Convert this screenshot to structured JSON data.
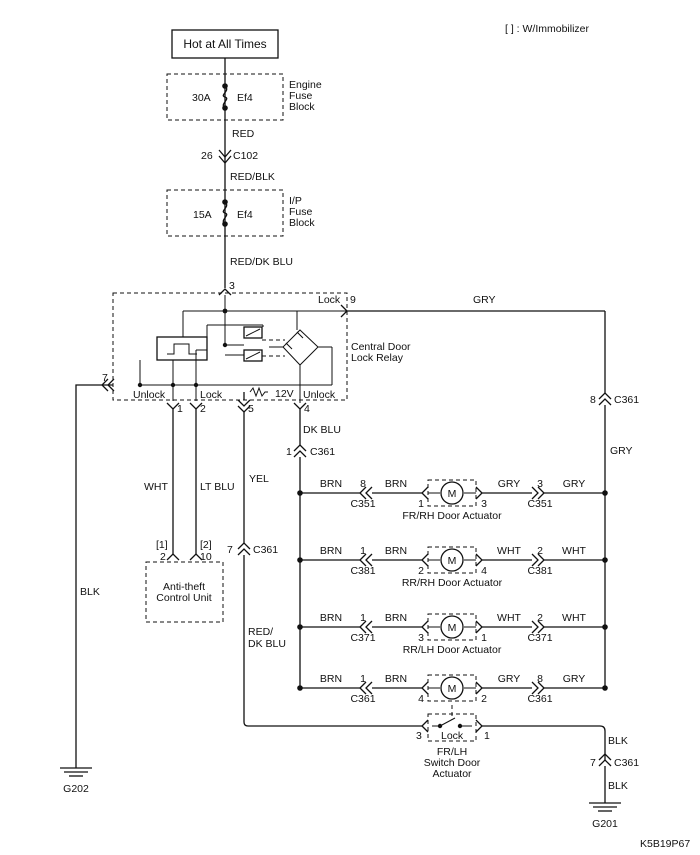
{
  "legend_note": "[ ] : W/Immobilizer",
  "source": "Hot at All Times",
  "engine_fuse_block": {
    "amps": "30A",
    "fuse": "Ef4",
    "line1": "Engine",
    "line2": "Fuse",
    "line3": "Block"
  },
  "wire_red": "RED",
  "conn_c102": {
    "pin": "26",
    "name": "C102"
  },
  "wire_red_blk": "RED/BLK",
  "ip_fuse_block": {
    "amps": "15A",
    "fuse": "Ef4",
    "line1": "I/P",
    "line2": "Fuse",
    "line3": "Block"
  },
  "wire_red_dk_blu": "RED/DK BLU",
  "relay": {
    "pin_3": "3",
    "pin_9": "9",
    "lock_top": "Lock",
    "name_line1": "Central Door",
    "name_line2": "Lock Relay",
    "pin_7": "7",
    "unlock_left": "Unlock",
    "lock_mid": "Lock",
    "voltage": "12V",
    "unlock_right": "Unlock",
    "pin_1": "1",
    "pin_2": "2",
    "pin_5": "5",
    "pin_4": "4"
  },
  "wire_gry_top": "GRY",
  "conn_c361_right": {
    "pin": "8",
    "name": "C361"
  },
  "wire_gry_right": "GRY",
  "wire_dk_blu": "DK BLU",
  "conn_c361_left": {
    "pin": "1",
    "name": "C361"
  },
  "wire_wht": "WHT",
  "wire_lt_blu": "LT BLU",
  "wire_yel": "YEL",
  "conn_c361_yel": {
    "pin": "7",
    "name": "C361"
  },
  "wire_red_dk_blu_low_1": "RED/",
  "wire_red_dk_blu_low_2": "DK BLU",
  "wire_blk_left": "BLK",
  "anti_theft": {
    "pin_l_bracket": "[1]",
    "pin_l": "2",
    "pin_r_bracket": "[2]",
    "pin_r": "10",
    "line1": "Anti-theft",
    "line2": "Control Unit"
  },
  "actuators": [
    {
      "name": "FR/RH Door Actuator",
      "left_wire": "BRN",
      "left_pin": "8",
      "left_conn": "C351",
      "left_wire2": "BRN",
      "motor_pin_l": "1",
      "motor_pin_r": "3",
      "right_wire": "GRY",
      "right_pin": "3",
      "right_conn": "C351",
      "right_wire2": "GRY"
    },
    {
      "name": "RR/RH Door Actuator",
      "left_wire": "BRN",
      "left_pin": "1",
      "left_conn": "C381",
      "left_wire2": "BRN",
      "motor_pin_l": "2",
      "motor_pin_r": "4",
      "right_wire": "WHT",
      "right_pin": "2",
      "right_conn": "C381",
      "right_wire2": "WHT"
    },
    {
      "name": "RR/LH Door Actuator",
      "left_wire": "BRN",
      "left_pin": "1",
      "left_conn": "C371",
      "left_wire2": "BRN",
      "motor_pin_l": "3",
      "motor_pin_r": "1",
      "right_wire": "WHT",
      "right_pin": "2",
      "right_conn": "C371",
      "right_wire2": "WHT"
    },
    {
      "name": "",
      "left_wire": "BRN",
      "left_pin": "1",
      "left_conn": "C361",
      "left_wire2": "BRN",
      "motor_pin_l": "4",
      "motor_pin_r": "2",
      "right_wire": "GRY",
      "right_pin": "8",
      "right_conn": "C361",
      "right_wire2": "GRY"
    }
  ],
  "motor_symbol": "M",
  "switch_actuator": {
    "lock": "Lock",
    "pin_l": "3",
    "pin_r": "1",
    "line1": "FR/LH",
    "line2": "Switch Door",
    "line3": "Actuator"
  },
  "wire_blk_right": "BLK",
  "conn_c361_ground": {
    "pin": "7",
    "name": "C361"
  },
  "wire_blk_right2": "BLK",
  "ground_left": "G202",
  "ground_right": "G201",
  "figure_code": "K5B19P67"
}
